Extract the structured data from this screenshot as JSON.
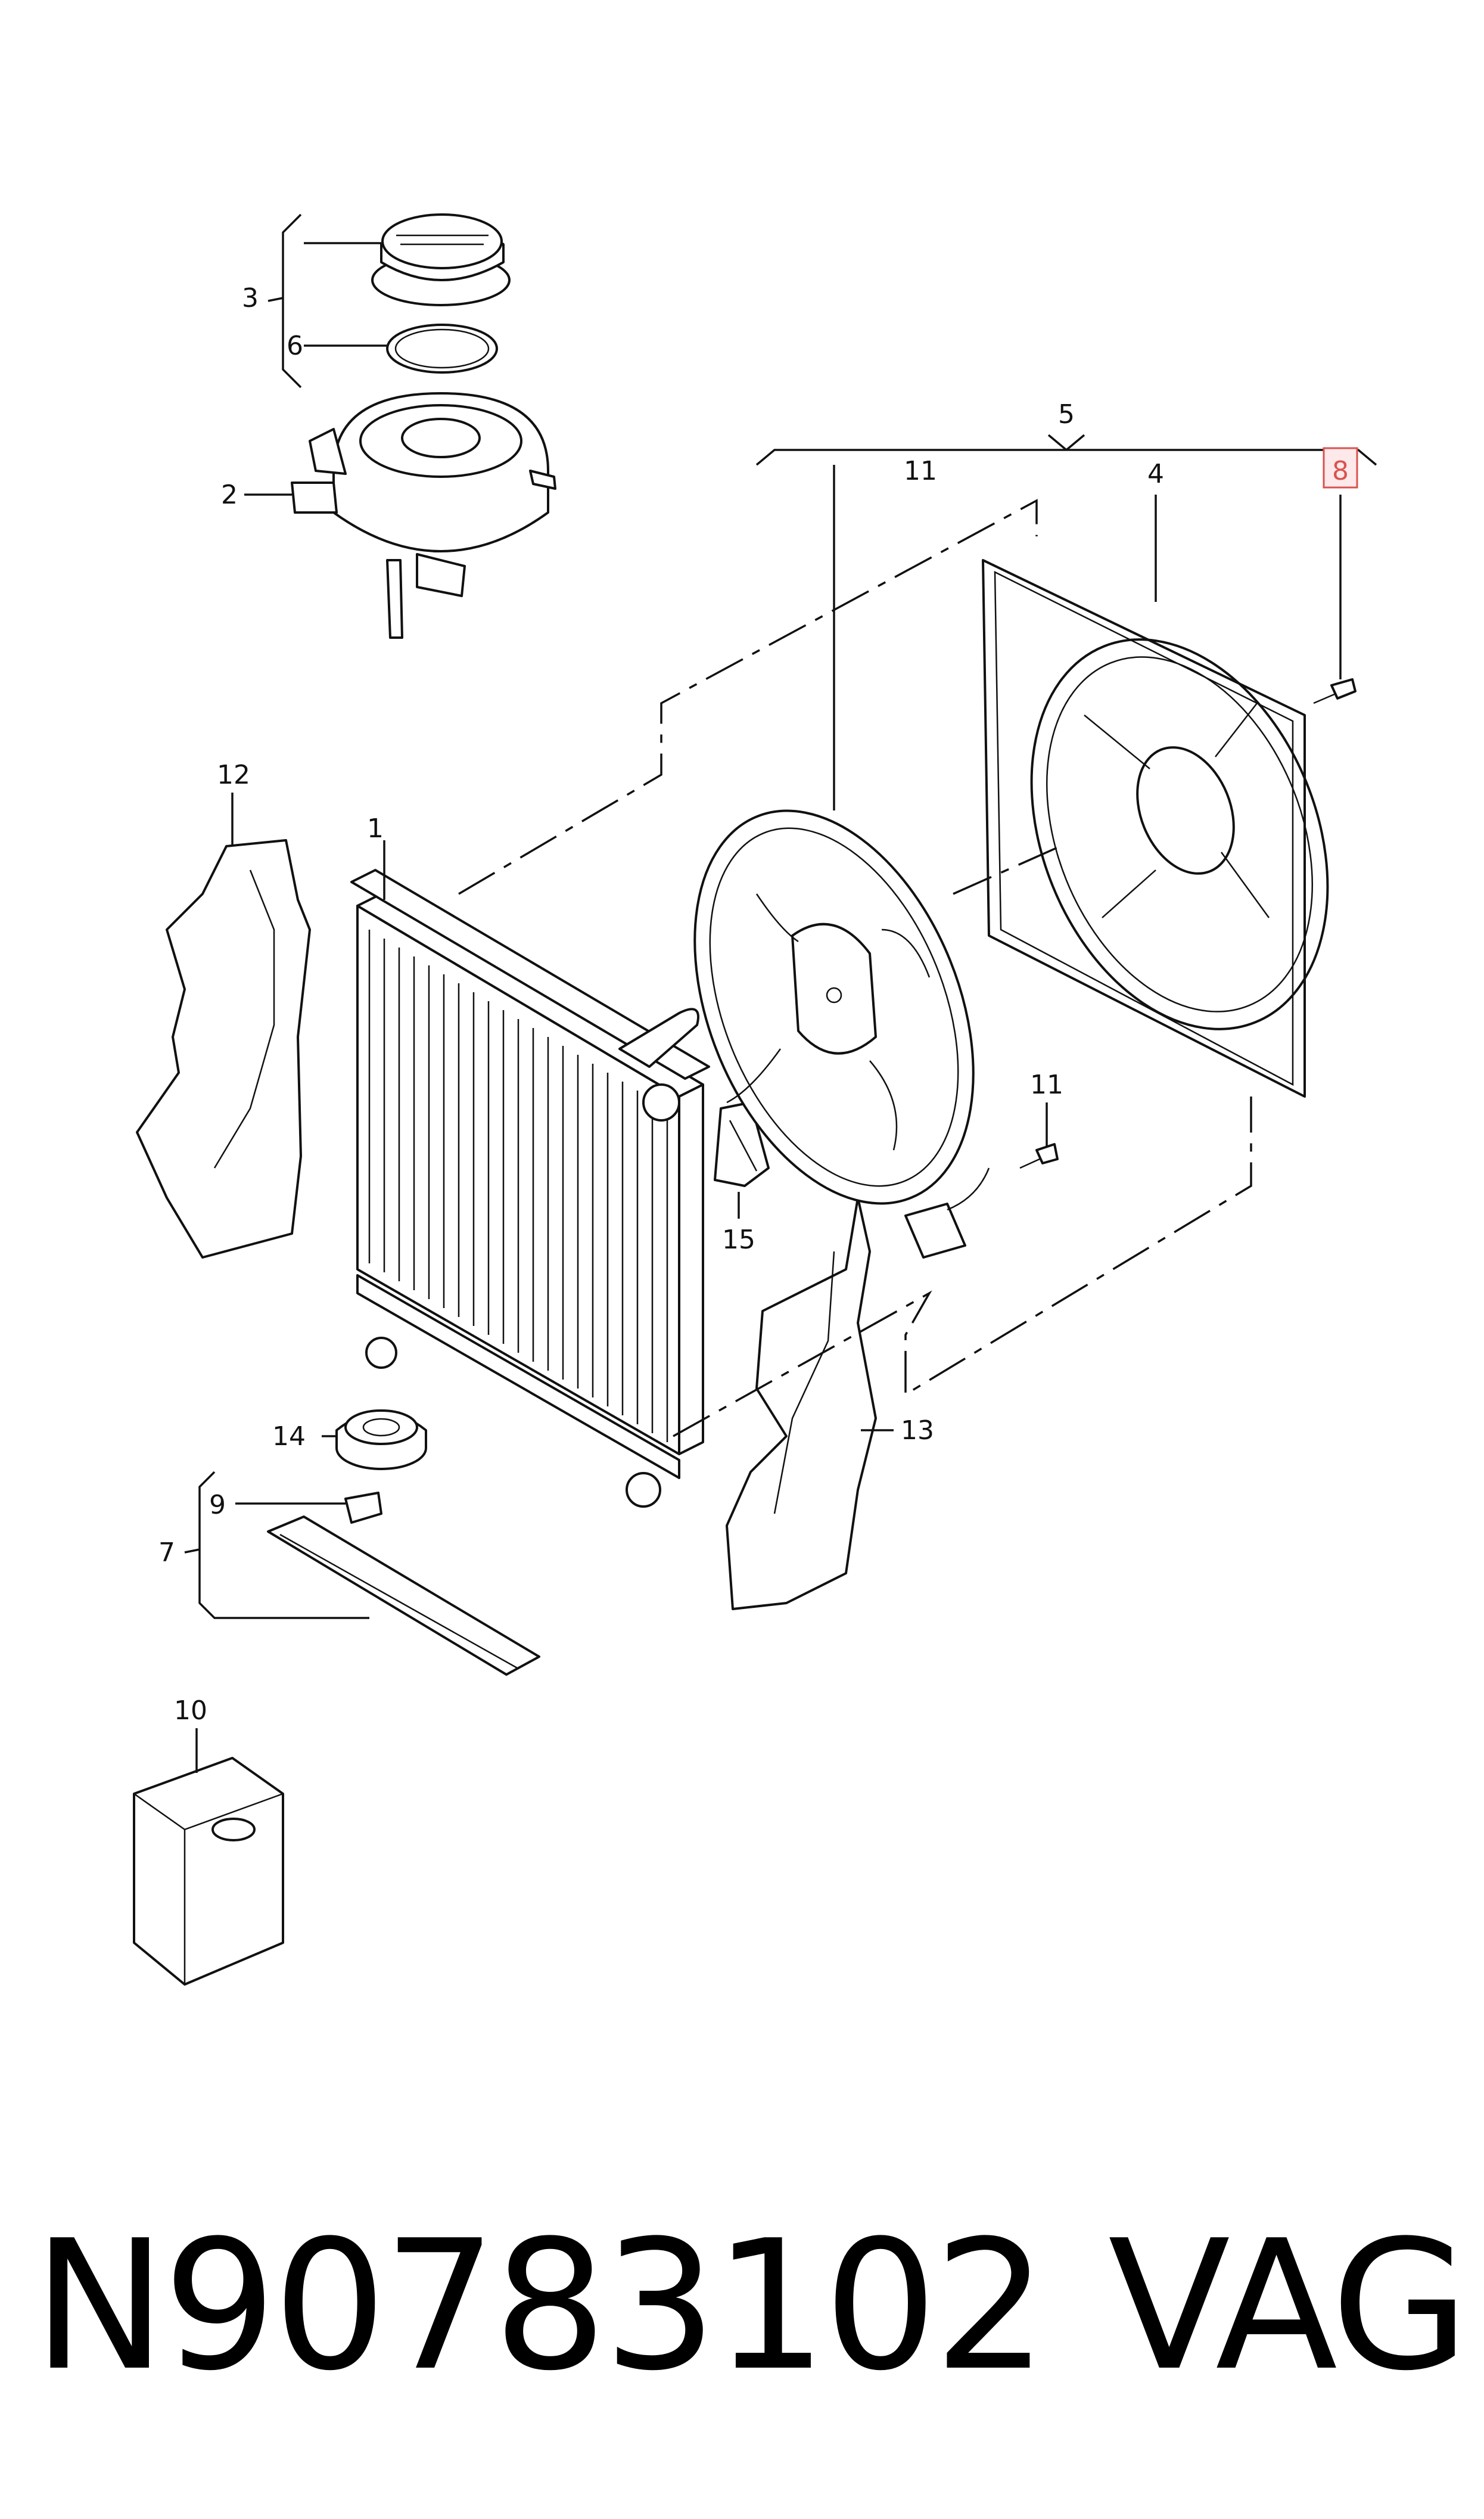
{
  "diagram": {
    "callouts": {
      "c1": "1",
      "c2": "2",
      "c3": "3",
      "c4": "4",
      "c5": "5",
      "c6": "6",
      "c7": "7",
      "c8": "8",
      "c9": "9",
      "c10": "10",
      "c11a": "11",
      "c11b": "11",
      "c12": "12",
      "c13": "13",
      "c14": "14",
      "c15": "15"
    },
    "highlighted_callout": "8",
    "highlight_color": "#d9534f"
  },
  "footer": {
    "part_number": "N90783102",
    "brand": "VAG"
  }
}
